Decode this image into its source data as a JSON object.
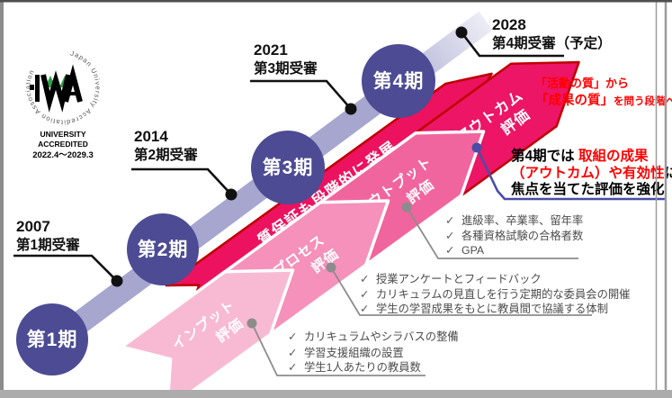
{
  "colors": {
    "band": "#A6A6CF",
    "band_fade": "#EDEDF6",
    "circle": "#4C4B93",
    "main_arrow_fill": "#EC125F",
    "main_arrow_border": "#C00000",
    "input_fill": "#F8BAD3",
    "process_fill": "#F591BA",
    "output_fill": "#F1659E",
    "outcome_fill": "#EC1566",
    "outcome_border": "#C00000",
    "connector_gray": "#8C8C8C",
    "connector_indigo": "#4A4CA8",
    "logo_green": "#2FA048"
  },
  "logo": {
    "ring_text": "Japan University Accreditation Association",
    "line1": "UNIVERSITY",
    "line2": "ACCREDITED",
    "line3": "2022.4～2029.3"
  },
  "timeline": {
    "periods": [
      {
        "label": "第1期"
      },
      {
        "label": "第2期"
      },
      {
        "label": "第3期"
      },
      {
        "label": "第4期"
      }
    ],
    "callouts": [
      {
        "year": "2007",
        "label": "第1期受審"
      },
      {
        "year": "2014",
        "label": "第2期受審"
      },
      {
        "year": "2021",
        "label": "第3期受審"
      },
      {
        "year": "2028",
        "label": "第4期受審（予定）"
      }
    ]
  },
  "main_arrow": {
    "label": "質保証も段階的に発展"
  },
  "eval_arrows": [
    {
      "line1": "インプット",
      "line2": "評価",
      "items": [
        "カリキュラムやシラバスの整備",
        "学習支援組織の設置",
        "学生1人あたりの教員数"
      ]
    },
    {
      "line1": "プロセス",
      "line2": "評価",
      "items": [
        "授業アンケートとフィードバック",
        "カリキュラムの見直しを行う定期的な委員会の開催",
        "学生の学習成果をもとに教員間で協議する体制"
      ]
    },
    {
      "line1": "アウトプット",
      "line2": "評価",
      "items": [
        "進級率、卒業率、留年率",
        "各種資格試験の合格者数",
        "GPA"
      ]
    },
    {
      "line1": "アウトカム",
      "line2": "評価",
      "items": []
    }
  ],
  "outcome_note": {
    "seg1_black": "第4期では ",
    "seg1_red": "取組の成果",
    "seg2_red": "（アウトカム）や有効性",
    "seg2_black": "にも",
    "seg3_black": "焦点を当てた評価を強化"
  },
  "quality_note": {
    "line1": "「活動の質」から",
    "line2a": "「成果の質」",
    "line2b": "を問う段階へ"
  },
  "icons": {
    "check": "✓"
  }
}
